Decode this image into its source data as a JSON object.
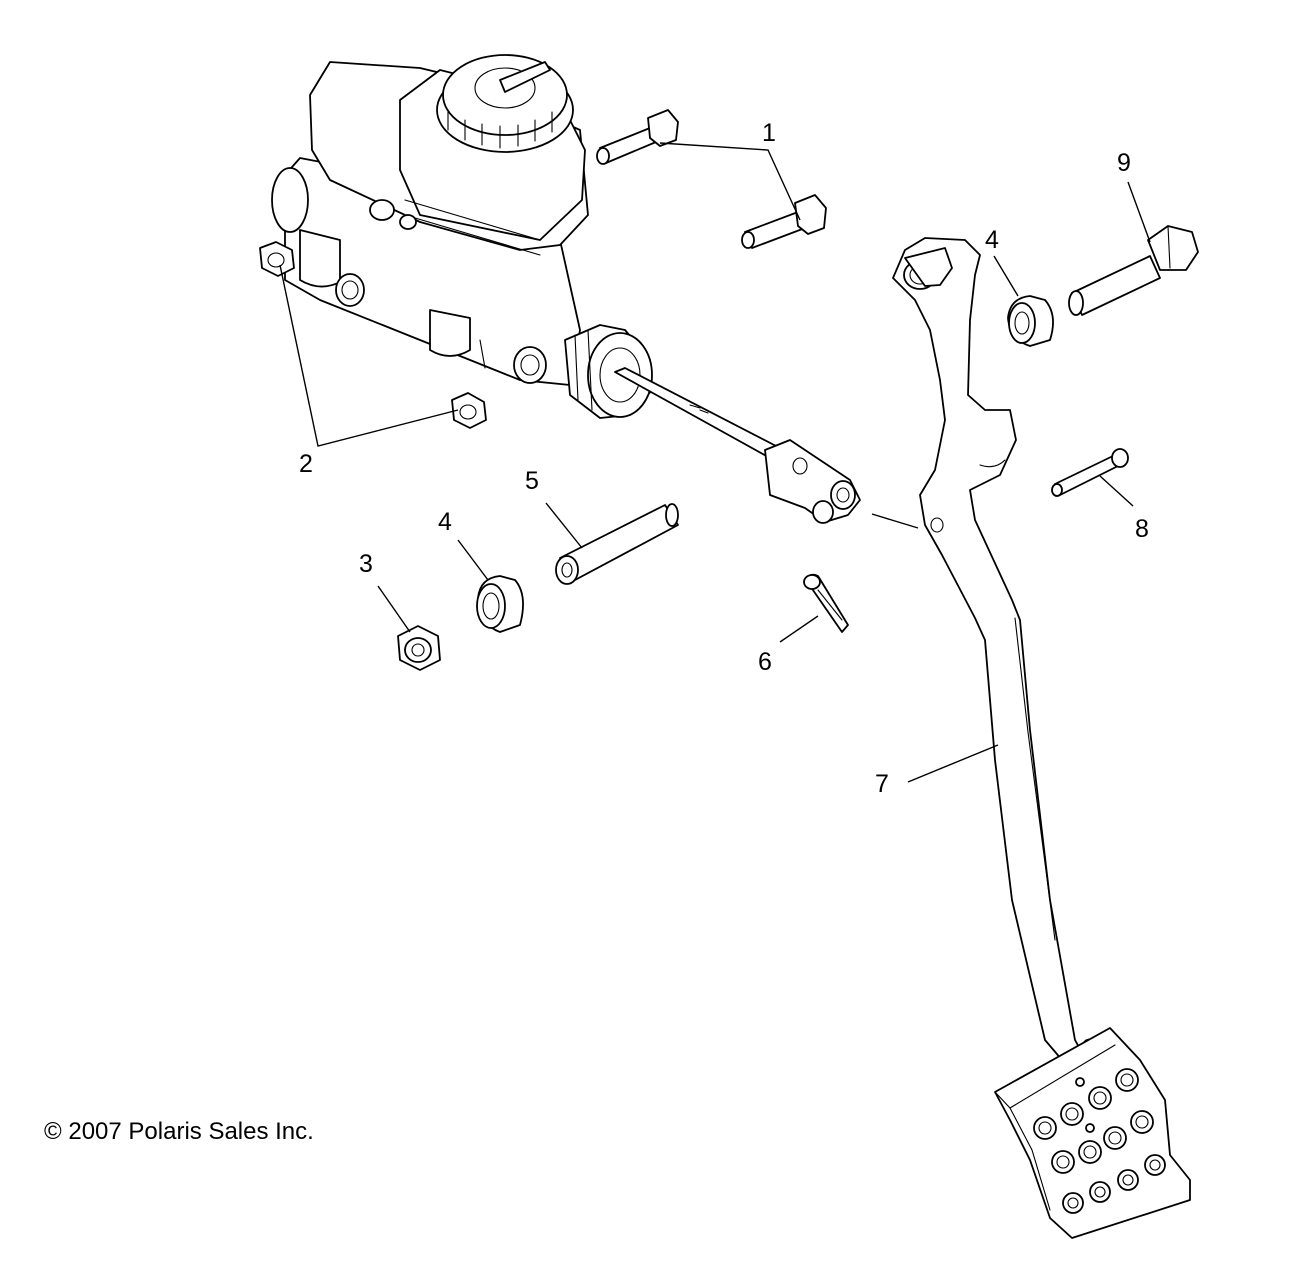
{
  "callouts": {
    "c1": "1",
    "c2": "2",
    "c3": "3",
    "c4a": "4",
    "c4b": "4",
    "c5": "5",
    "c6": "6",
    "c7": "7",
    "c8": "8",
    "c9": "9"
  },
  "copyright": "© 2007 Polaris Sales Inc."
}
